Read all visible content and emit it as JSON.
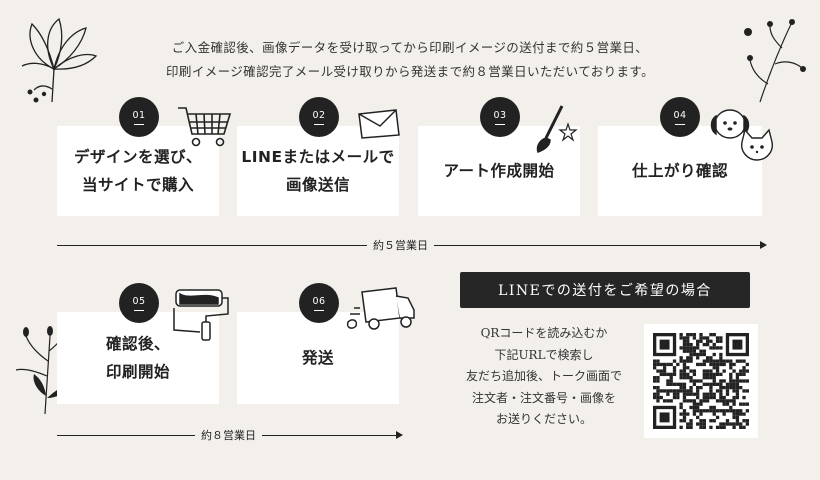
{
  "intro": {
    "line1": "ご入金確認後、画像データを受け取ってから印刷イメージの送付まで約５営業日、",
    "line2": "印刷イメージ確認完了メール受け取りから発送まで約８営業日いただいております。"
  },
  "steps": [
    {
      "num": "01",
      "line1": "デザインを選び、",
      "line2": "当サイトで購入",
      "icon": "shopping-cart-icon"
    },
    {
      "num": "02",
      "line1": "LINEまたはメールで",
      "line2": "画像送信",
      "icon": "envelope-icon"
    },
    {
      "num": "03",
      "line1": "アート作成開始",
      "line2": "",
      "icon": "paintbrush-icon"
    },
    {
      "num": "04",
      "line1": "仕上がり確認",
      "line2": "",
      "icon": "pets-icon"
    },
    {
      "num": "05",
      "line1": "確認後、",
      "line2": "印刷開始",
      "icon": "paint-roller-icon"
    },
    {
      "num": "06",
      "line1": "発送",
      "line2": "",
      "icon": "delivery-truck-icon"
    }
  ],
  "timeline": {
    "first": "約５営業日",
    "second": "約８営業日"
  },
  "line_section": {
    "banner": "LINEでの送付をご希望の場合",
    "lines": [
      "QRコードを読み込むか",
      "下記URLで検索し",
      "友だち追加後、トーク画面で",
      "注文者・注文番号・画像を",
      "お送りください。"
    ]
  },
  "colors": {
    "background": "#f3f0ec",
    "card": "#ffffff",
    "dark": "#222222"
  }
}
